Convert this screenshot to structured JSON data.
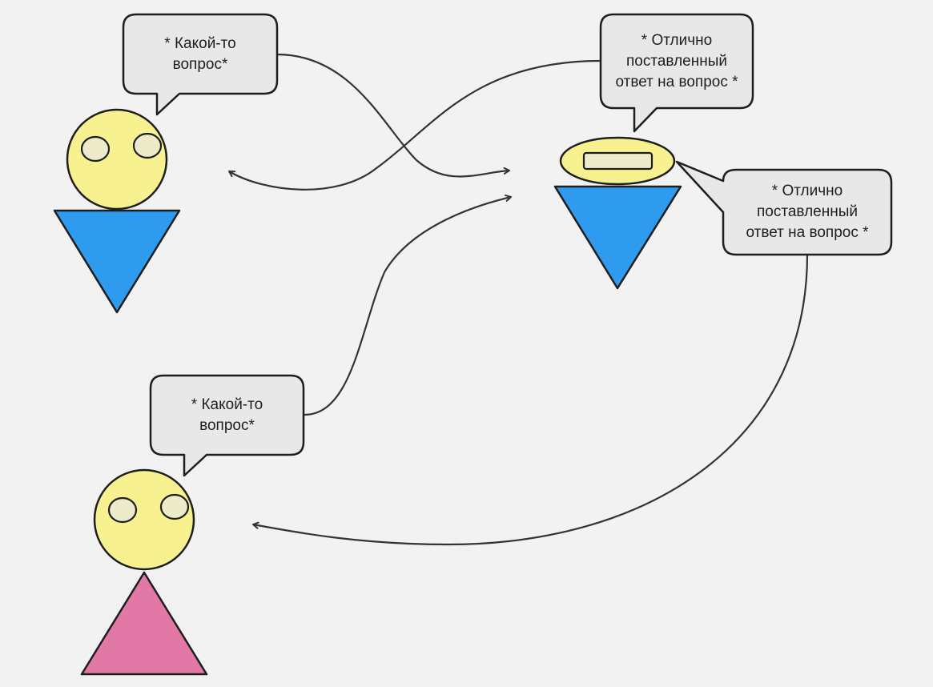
{
  "colors": {
    "background": "#f2f2f2",
    "stroke": "#1e1e1e",
    "connector": "#333333",
    "face": "#f8f18f",
    "eye": "#edebc9",
    "bubble_fill": "#e8e8e8",
    "body_blue": "#2f9bef",
    "body_pink": "#e278a6"
  },
  "bubbles": {
    "question_top": "* Какой-то\nвопрос*",
    "answer_top": "* Отлично\nпоставленный\nответ на вопрос *",
    "answer_right": "* Отлично\nпоставленный\nответ на вопрос *",
    "question_bottom": "* Какой-то\nвопрос*"
  },
  "figures": [
    {
      "role": "person",
      "face_icon": "face-with-two-eyes-icon",
      "body_shape": "triangle-down",
      "body_color": "blue"
    },
    {
      "role": "person",
      "face_icon": "face-with-visor-icon",
      "body_shape": "triangle-down",
      "body_color": "blue"
    },
    {
      "role": "person",
      "face_icon": "face-with-two-eyes-icon",
      "body_shape": "triangle-up",
      "body_color": "pink"
    }
  ]
}
